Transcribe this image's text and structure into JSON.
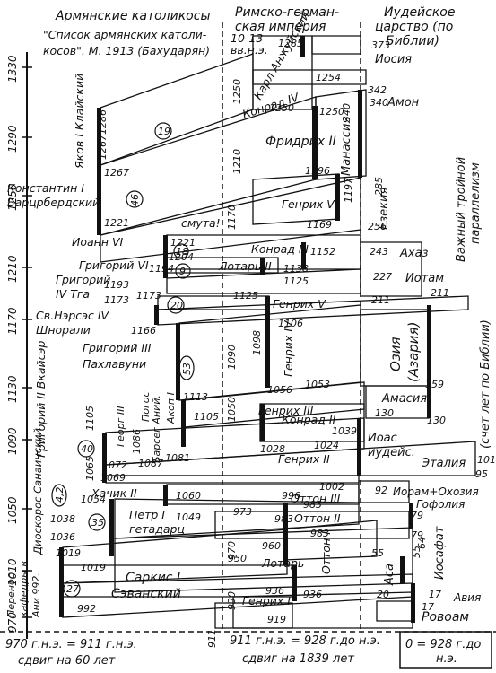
{
  "headers": {
    "armenian_title": "Армянские католикосы",
    "armenian_source_1": "\"Список армянских католи-",
    "armenian_source_2": "косов\". М. 1913 (Бахударян)",
    "roman_title_1": "Римско-герман-",
    "roman_title_2": "ская империя",
    "roman_title_3": "10-13",
    "roman_title_4": "вв.н.э.",
    "judea_title_1": "Иудейское",
    "judea_title_2": "царство (по",
    "judea_title_3": "Библии)"
  },
  "axis_years": [
    "1330",
    "1290",
    "1250",
    "1210",
    "1170",
    "1130",
    "1090",
    "1050",
    "1010",
    "970"
  ],
  "armenian": {
    "yakov": "Яков I Клайский",
    "konstantin_1": "Константин I",
    "konstantin_2": "Барцрбердский",
    "ioann": "Иоанн VI",
    "grigoriy6": "Григорий VI",
    "grigoriy4_1": "Григорий",
    "grigoriy4_2": "IV Тга",
    "nerses_1": "Св.Нэрсэс IV",
    "nerses_2": "Шнорали",
    "grigoriy3_1": "Григорий III",
    "grigoriy3_2": "Пахлавуни",
    "grigoriy2": "Григорий II Вкайсэр",
    "georg": "Георг III",
    "pogos": "Погос",
    "barseg": "Барсег Аний.",
    "akop": "Акоп I",
    "khachik": "Хачик II",
    "petr_1": "Петр I",
    "petr_2": "гетадарц",
    "dioskoros": "Диоскорос Санаинский",
    "perenos_1": "Перенос",
    "perenos_2": "кафедры в",
    "perenos_3": "Ани 992.",
    "sarkis_1": "Саркис I",
    "sarkis_2": "Сэванский",
    "smuta": "смута!"
  },
  "roman": {
    "karl": "Карл Анжуйский",
    "konrad4": "Конрад IV",
    "fridrikh": "Фридрих II",
    "genrikh6": "Генрих VI",
    "konrad3": "Конрад III",
    "lotar2": "Лотарь II",
    "genrikh5": "Генрих V",
    "genrikh4": "Генрих IV",
    "genrikh3": "Генрих III",
    "konrad2": "Конрад II",
    "genrikh2": "Генрих II",
    "otton3": "Оттон III",
    "otton2": "Оттон II",
    "otton1": "Оттон I",
    "lotar": "Лотарь",
    "genrikh1": "Генрих I"
  },
  "judea": {
    "iosiya": "Иосия",
    "amon": "Амон",
    "manassiya": "Манассия",
    "ezekiya": "Езекия",
    "akhaz": "Ахаз",
    "iotam": "Иотам",
    "oziya_1": "Озия",
    "oziya_2": "(Азария)",
    "amasiya": "Амасия",
    "ioas_1": "Иоас",
    "ioas_2": "иудейс.",
    "ataliya": "Эталия",
    "ioram": "Иорам+Охозия",
    "gofoliya": "Гофолия",
    "iosafat": "Иосафат",
    "asa": "Аса",
    "aviya": "Авия",
    "rovoam": "Ровоам"
  },
  "side_notes": {
    "parallelism_1": "Важный тройной",
    "parallelism_2": "параллелизм",
    "shift_note": "(счет лет по Библии)"
  },
  "circles": [
    "19",
    "46",
    "18",
    "9",
    "20",
    "53",
    "40",
    "35",
    "4,2",
    "27"
  ],
  "years": {
    "a1285": "1285",
    "a1286": "1286",
    "a1267": "1267",
    "a1267b": "1267",
    "a1221": "1221",
    "a1221b": "1221",
    "a1204": "1204",
    "a1194": "1194",
    "a1193": "1193",
    "a1173": "1173",
    "a1173b": "1173",
    "a1166": "1166",
    "a1113": "1113",
    "a1105": "1105",
    "a1105b": "1105",
    "a1086": "1086",
    "a1087": "1087",
    "a1081": "1081",
    "a1065": "1065",
    "a1072": "1072",
    "a1069": "1069",
    "a1054": "1054",
    "a1060": "1060",
    "a1049": "1049",
    "a1038": "1038",
    "a1036": "1036",
    "a1019": "1019",
    "a1019b": "1019",
    "a992": "992",
    "r1254": "1254",
    "r1250": "1250",
    "r1250b": "1250",
    "r1250c": "1250",
    "r1210": "1210",
    "r1196": "1196",
    "r1197": "1197",
    "r1169": "1169",
    "r1170": "1170",
    "r1152": "1152",
    "r1138": "1138",
    "r1125": "1125",
    "r1125b": "1125",
    "r1106": "1106",
    "r1098": "1098",
    "r1090": "1090",
    "r1056": "1056",
    "r1053": "1053",
    "r1050": "1050",
    "r1039": "1039",
    "r1028": "1028",
    "r1024": "1024",
    "r1002": "1002",
    "r996": "996",
    "r983": "983",
    "r983b": "983",
    "r983c": "983",
    "r973": "973",
    "r970": "970",
    "r960": "960",
    "r950": "950",
    "r936": "936",
    "r936b": "936",
    "r930": "930",
    "r919": "919",
    "r911": "911",
    "j373": "373",
    "j342": "342",
    "j340": "340",
    "j340b": "340",
    "j285": "285",
    "j256": "256",
    "j243": "243",
    "j227": "227",
    "j211": "211",
    "j211b": "211",
    "j159": "159",
    "j130": "130",
    "j130b": "130",
    "j101": "101",
    "j95": "95",
    "j92": "92",
    "j79": "79",
    "j79b": "79",
    "j64": "64",
    "j55": "55",
    "j55b": "55",
    "j20": "20",
    "j17": "17",
    "j17b": "17"
  },
  "footer": {
    "left_1": "970 г.н.э. = 911 г.н.э.",
    "left_2": "сдвиг на 60 лет",
    "middle_1": "911 г.н.э. = 928 г.до н.э.",
    "middle_2": "сдвиг на 1839 лет",
    "right_1": "0 = 928 г.до",
    "right_2": "н.э."
  }
}
